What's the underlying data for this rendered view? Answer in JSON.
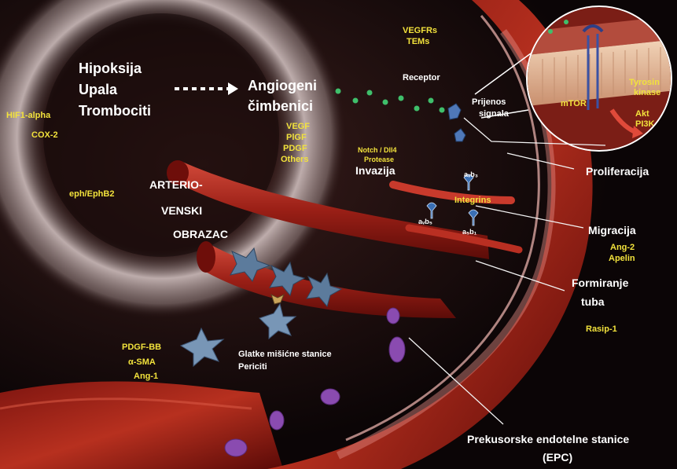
{
  "left_block": {
    "triggers": [
      "Hipoksija",
      "Upala",
      "Trombociti"
    ],
    "factors_title": [
      "Angiogeni",
      "čimbenici"
    ],
    "factors_list": [
      "VEGF",
      "PlGF",
      "PDGF",
      "Others"
    ],
    "hif": "HIF1-alpha",
    "cox": "COX-2",
    "eph": "eph/EphB2",
    "av_pattern": [
      "ARTERIO-",
      "VENSKI",
      "OBRAZAC"
    ]
  },
  "top_block": {
    "vegfrs": [
      "VEGFRs",
      "TEMs"
    ],
    "receptor": "Receptor",
    "signal": [
      "Prijenos",
      "signala"
    ],
    "notch": [
      "Notch / Dll4",
      "Protease"
    ],
    "invasion": "Invazija"
  },
  "inset": {
    "mtor": "mTOR",
    "tyrosine": [
      "Tyrosin",
      "kinase"
    ],
    "akt": [
      "Akt",
      "PI3K"
    ]
  },
  "right_block": {
    "proliferation": "Proliferacija",
    "migration": "Migracija",
    "migration_factors": [
      "Ang-2",
      "Apelin"
    ],
    "tube": [
      "Formiranje",
      "tuba"
    ],
    "rasip": "Rasip-1",
    "integrins": "Integrins",
    "integrin_codes": [
      "aᵥb₃",
      "aᵥb₅",
      "a₅b₁"
    ]
  },
  "bottom_block": {
    "pdgf": [
      "PDGF-BB",
      "α-SMA",
      "Ang-1"
    ],
    "smc": [
      "Glatke mišićne stanice",
      "Periciti"
    ],
    "epc": [
      "Prekusorske endotelne stanice",
      "(EPC)"
    ]
  },
  "colors": {
    "background": "#0b0506",
    "vessel": "#b3261c",
    "vessel_dark": "#6e0e0a",
    "pink": "#e7a2a0",
    "label_white": "#ffffff",
    "label_yellow": "#f2e23c",
    "pericyte": "#5c7b9c",
    "epc_cell": "#8a4bb0"
  }
}
